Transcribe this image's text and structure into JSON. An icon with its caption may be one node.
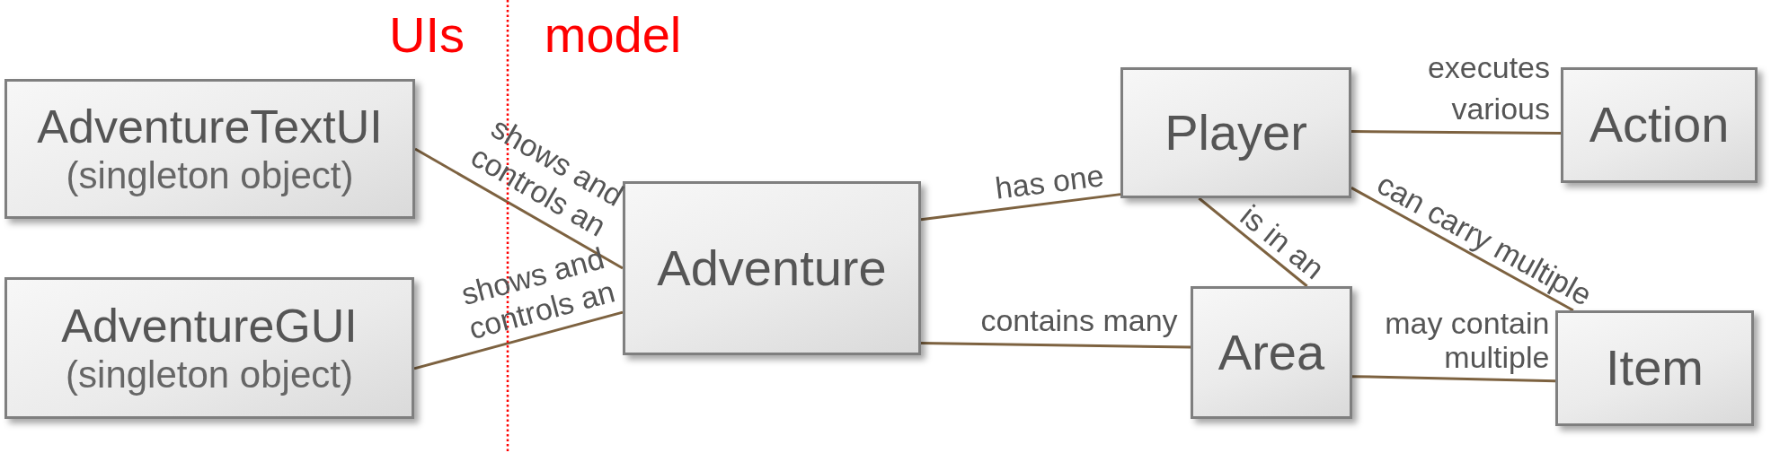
{
  "diagram": {
    "nodes": [
      {
        "text": [
          "AdventureTextUI",
          "(singleton object)"
        ]
      },
      {
        "text": [
          "AdventureGUI",
          "(singleton object)"
        ]
      },
      {
        "text": [
          "Adventure"
        ]
      },
      {
        "text": [
          "Player"
        ]
      },
      {
        "text": [
          "Action"
        ]
      },
      {
        "text": [
          "Area"
        ]
      },
      {
        "text": [
          "Item"
        ]
      }
    ],
    "edges": [
      {
        "from": 0,
        "to": 2,
        "arrow": "none",
        "label": "shows and controls an"
      },
      {
        "from": 1,
        "to": 2,
        "arrow": "none",
        "label": "shows and controls an"
      },
      {
        "from": 2,
        "to": 3,
        "arrow": "none",
        "label": "has one"
      },
      {
        "from": 2,
        "to": 5,
        "arrow": "none",
        "label": "contains many"
      },
      {
        "from": 3,
        "to": 4,
        "arrow": "none",
        "label": "executes various"
      },
      {
        "from": 3,
        "to": 5,
        "arrow": "none",
        "label": "is in an"
      },
      {
        "from": 3,
        "to": 6,
        "arrow": "none",
        "label": "can carry multiple"
      },
      {
        "from": 5,
        "to": 6,
        "arrow": "none",
        "label": "may contain multiple"
      }
    ],
    "labels": [
      "UIs",
      "model"
    ]
  }
}
